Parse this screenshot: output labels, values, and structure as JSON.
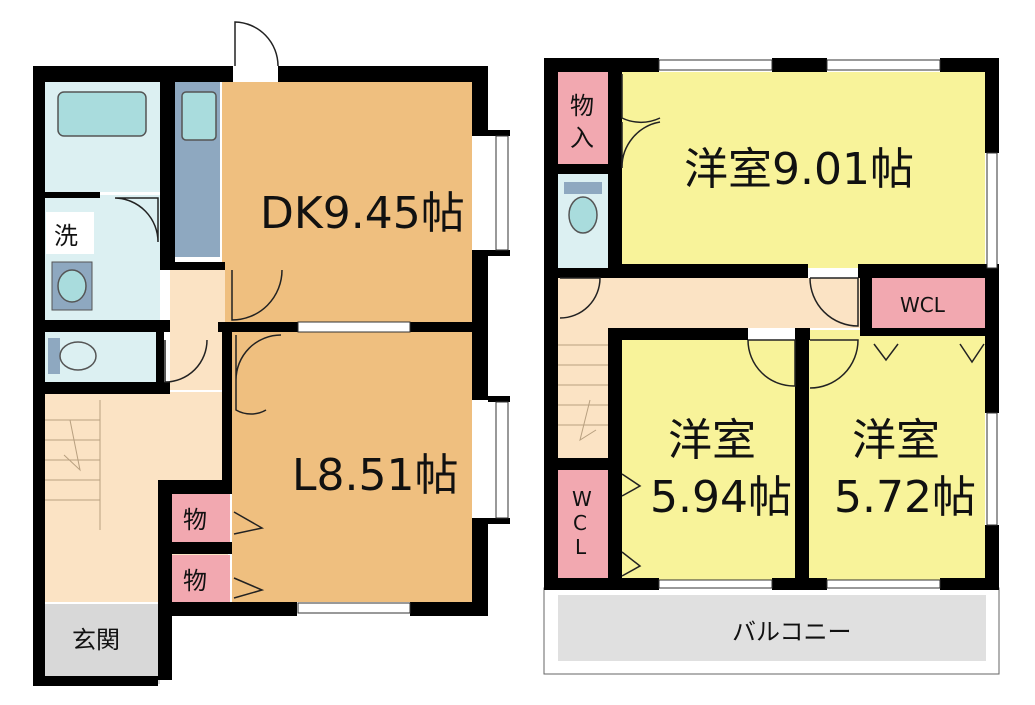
{
  "floor1": {
    "dk": "DK9.45帖",
    "living": "L8.51帖",
    "storage_a": "物",
    "storage_b": "物",
    "wash": "洗",
    "entrance": "玄関"
  },
  "floor2": {
    "western_main": "洋室9.01帖",
    "storage_top_1": "物",
    "storage_top_2": "入",
    "wcl_right": "WCL",
    "western_left_1": "洋室",
    "western_left_2": "5.94帖",
    "western_right_1": "洋室",
    "western_right_2": "5.72帖",
    "wcl_left_1": "W",
    "wcl_left_2": "C",
    "wcl_left_3": "L",
    "balcony": "バルコニー"
  },
  "colors": {
    "wall": "#000000",
    "wood_floor": "#efbf7f",
    "western_floor": "#f8f39a",
    "hall_floor": "#fbe3c4",
    "wet_area": "#dcf0f2",
    "fixture_blue": "#a9dcdd",
    "closet_pink": "#f2a8b0",
    "entrance_gray": "#d8d8d8",
    "balcony_gray": "#e0e0e0"
  }
}
